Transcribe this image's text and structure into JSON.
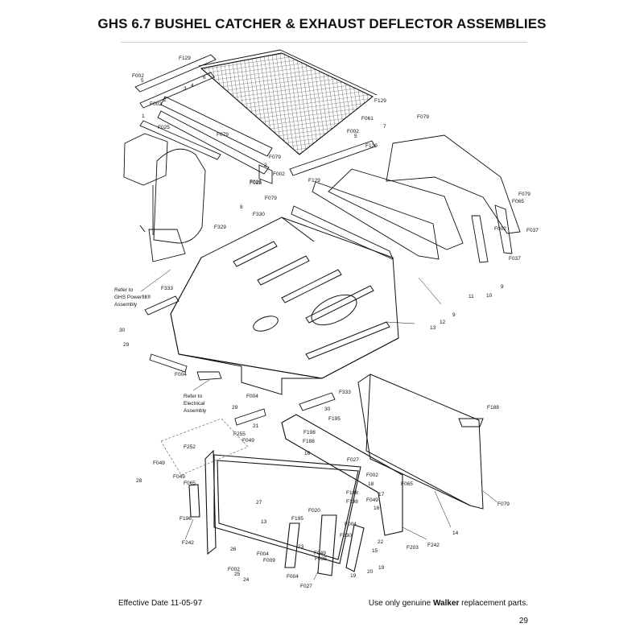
{
  "title": "GHS 6.7 BUSHEL CATCHER & EXHAUST DEFLECTOR ASSEMBLIES",
  "footer": {
    "effective_date": "Effective Date 11-05-97",
    "replacement_prefix": "Use only genuine ",
    "replacement_brand": "Walker",
    "replacement_suffix": " replacement parts.",
    "page_number": "29"
  },
  "notes": [
    {
      "id": "refer-powerfill",
      "lines": [
        "Refer to",
        "GHS Powerfill®",
        "Assembly"
      ]
    },
    {
      "id": "refer-electrical",
      "lines": [
        "Refer to",
        "Electrical",
        "Assembly"
      ]
    }
  ],
  "callouts": [
    "F129",
    "F002",
    "5",
    "6",
    "F129",
    "F002",
    "2",
    "1",
    "4",
    "3",
    "2",
    "F025",
    "F025",
    "F079",
    "F061",
    "7",
    "F002",
    "5",
    "F129",
    "F079",
    "F079",
    "F002",
    "F129",
    "F025",
    "8",
    "F330",
    "F079",
    "F329",
    "F065",
    "F079",
    "F037",
    "F002",
    "F037",
    "9",
    "10",
    "11",
    "9",
    "12",
    "13",
    "F333",
    "30",
    "29",
    "F004",
    "F004",
    "29",
    "F333",
    "30",
    "F195",
    "21",
    "F255",
    "F049",
    "F252",
    "F049",
    "28",
    "F049",
    "F065",
    "27",
    "F198",
    "F188",
    "16",
    "F027",
    "F002",
    "18",
    "F065",
    "F188",
    "F198",
    "F049",
    "16",
    "17",
    "F188",
    "F079",
    "14",
    "13",
    "F195",
    "F020",
    "F004",
    "F230",
    "F242",
    "26",
    "F004",
    "F009",
    "F002",
    "25",
    "24",
    "23",
    "F049",
    "F035",
    "F004",
    "F027",
    "22",
    "F203",
    "F242",
    "15",
    "19",
    "20",
    "19",
    "F196",
    "F020"
  ]
}
